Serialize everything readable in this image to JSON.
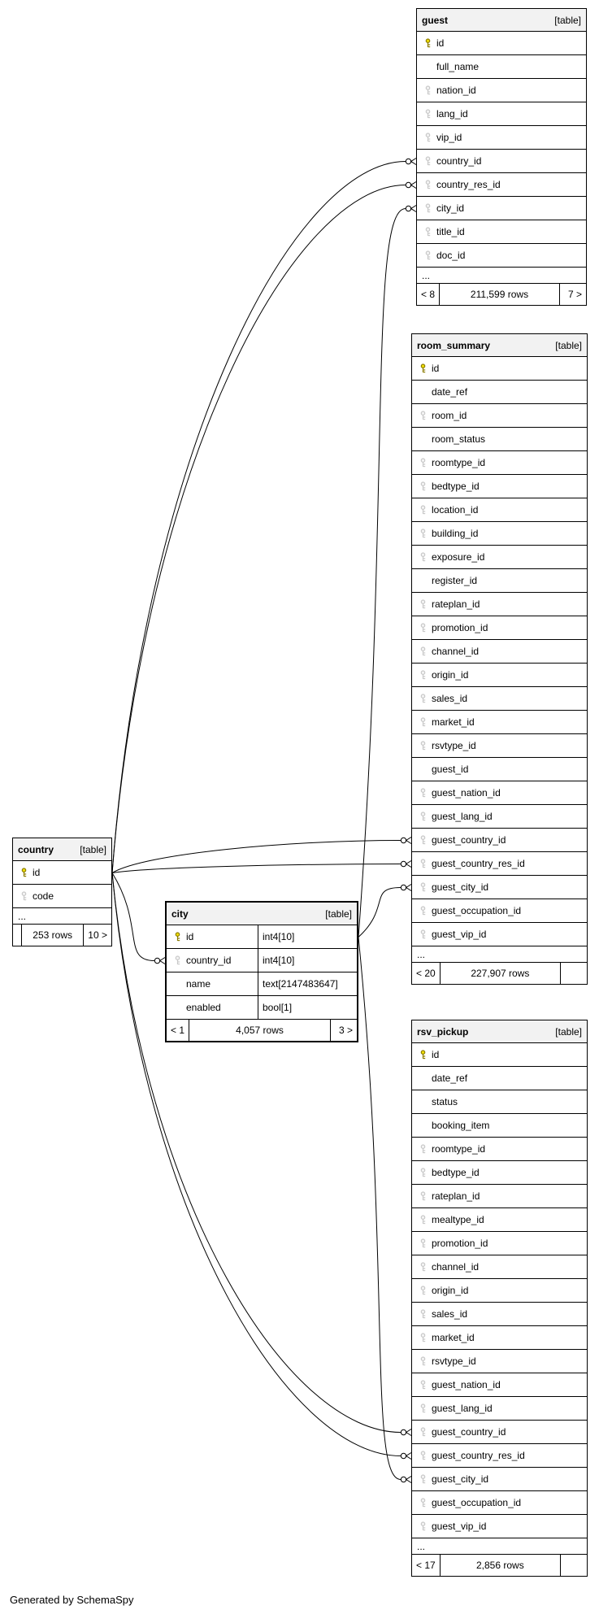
{
  "ellipsis_label": "...",
  "footer_note": "Generated by SchemaSpy",
  "colors": {
    "pk_key": "#F0DE00",
    "fk_key": "#C8C8C8",
    "header_bg": "#F2F2F2",
    "line": "#000000"
  },
  "tables": [
    {
      "id": "guest",
      "name": "guest",
      "type_label": "[table]",
      "ellipsis": true,
      "footer": {
        "left": "< 8",
        "center": "211,599 rows",
        "right": "7 >"
      },
      "columns": [
        {
          "name": "id",
          "key": "pk"
        },
        {
          "name": "full_name",
          "key": "none"
        },
        {
          "name": "nation_id",
          "key": "fk"
        },
        {
          "name": "lang_id",
          "key": "fk"
        },
        {
          "name": "vip_id",
          "key": "fk"
        },
        {
          "name": "country_id",
          "key": "fk"
        },
        {
          "name": "country_res_id",
          "key": "fk"
        },
        {
          "name": "city_id",
          "key": "fk"
        },
        {
          "name": "title_id",
          "key": "fk"
        },
        {
          "name": "doc_id",
          "key": "fk"
        }
      ]
    },
    {
      "id": "room_summary",
      "name": "room_summary",
      "type_label": "[table]",
      "ellipsis": true,
      "footer": {
        "left": "< 20",
        "center": "227,907 rows",
        "right": ""
      },
      "columns": [
        {
          "name": "id",
          "key": "pk"
        },
        {
          "name": "date_ref",
          "key": "none"
        },
        {
          "name": "room_id",
          "key": "fk"
        },
        {
          "name": "room_status",
          "key": "none"
        },
        {
          "name": "roomtype_id",
          "key": "fk"
        },
        {
          "name": "bedtype_id",
          "key": "fk"
        },
        {
          "name": "location_id",
          "key": "fk"
        },
        {
          "name": "building_id",
          "key": "fk"
        },
        {
          "name": "exposure_id",
          "key": "fk"
        },
        {
          "name": "register_id",
          "key": "none"
        },
        {
          "name": "rateplan_id",
          "key": "fk"
        },
        {
          "name": "promotion_id",
          "key": "fk"
        },
        {
          "name": "channel_id",
          "key": "fk"
        },
        {
          "name": "origin_id",
          "key": "fk"
        },
        {
          "name": "sales_id",
          "key": "fk"
        },
        {
          "name": "market_id",
          "key": "fk"
        },
        {
          "name": "rsvtype_id",
          "key": "fk"
        },
        {
          "name": "guest_id",
          "key": "none"
        },
        {
          "name": "guest_nation_id",
          "key": "fk"
        },
        {
          "name": "guest_lang_id",
          "key": "fk"
        },
        {
          "name": "guest_country_id",
          "key": "fk"
        },
        {
          "name": "guest_country_res_id",
          "key": "fk"
        },
        {
          "name": "guest_city_id",
          "key": "fk"
        },
        {
          "name": "guest_occupation_id",
          "key": "fk"
        },
        {
          "name": "guest_vip_id",
          "key": "fk"
        }
      ]
    },
    {
      "id": "country",
      "name": "country",
      "type_label": "[table]",
      "ellipsis": true,
      "footer": {
        "left": "",
        "center": "253 rows",
        "right": "10 >"
      },
      "columns": [
        {
          "name": "id",
          "key": "pk"
        },
        {
          "name": "code",
          "key": "fk"
        }
      ]
    },
    {
      "id": "city",
      "name": "city",
      "type_label": "[table]",
      "ellipsis": false,
      "emphasized": true,
      "footer": {
        "left": "< 1",
        "center": "4,057 rows",
        "right": "3 >"
      },
      "columns": [
        {
          "name": "id",
          "key": "pk",
          "type": "int4[10]"
        },
        {
          "name": "country_id",
          "key": "fk",
          "type": "int4[10]"
        },
        {
          "name": "name",
          "key": "none",
          "type": "text[2147483647]"
        },
        {
          "name": "enabled",
          "key": "none",
          "type": "bool[1]"
        }
      ]
    },
    {
      "id": "rsv_pickup",
      "name": "rsv_pickup",
      "type_label": "[table]",
      "ellipsis": true,
      "footer": {
        "left": "< 17",
        "center": "2,856 rows",
        "right": ""
      },
      "columns": [
        {
          "name": "id",
          "key": "pk"
        },
        {
          "name": "date_ref",
          "key": "none"
        },
        {
          "name": "status",
          "key": "none"
        },
        {
          "name": "booking_item",
          "key": "none"
        },
        {
          "name": "roomtype_id",
          "key": "fk"
        },
        {
          "name": "bedtype_id",
          "key": "fk"
        },
        {
          "name": "rateplan_id",
          "key": "fk"
        },
        {
          "name": "mealtype_id",
          "key": "fk"
        },
        {
          "name": "promotion_id",
          "key": "fk"
        },
        {
          "name": "channel_id",
          "key": "fk"
        },
        {
          "name": "origin_id",
          "key": "fk"
        },
        {
          "name": "sales_id",
          "key": "fk"
        },
        {
          "name": "market_id",
          "key": "fk"
        },
        {
          "name": "rsvtype_id",
          "key": "fk"
        },
        {
          "name": "guest_nation_id",
          "key": "fk"
        },
        {
          "name": "guest_lang_id",
          "key": "fk"
        },
        {
          "name": "guest_country_id",
          "key": "fk"
        },
        {
          "name": "guest_country_res_id",
          "key": "fk"
        },
        {
          "name": "guest_city_id",
          "key": "fk"
        },
        {
          "name": "guest_occupation_id",
          "key": "fk"
        },
        {
          "name": "guest_vip_id",
          "key": "fk"
        }
      ]
    }
  ],
  "relationships": [
    {
      "from": "country.id",
      "to": "guest.country_id"
    },
    {
      "from": "country.id",
      "to": "guest.country_res_id"
    },
    {
      "from": "country.id",
      "to": "room_summary.guest_country_id"
    },
    {
      "from": "country.id",
      "to": "room_summary.guest_country_res_id"
    },
    {
      "from": "country.id",
      "to": "city.country_id"
    },
    {
      "from": "country.id",
      "to": "rsv_pickup.guest_country_id"
    },
    {
      "from": "country.id",
      "to": "rsv_pickup.guest_country_res_id"
    },
    {
      "from": "city.id",
      "to": "guest.city_id"
    },
    {
      "from": "city.id",
      "to": "room_summary.guest_city_id"
    },
    {
      "from": "city.id",
      "to": "rsv_pickup.guest_city_id"
    }
  ]
}
